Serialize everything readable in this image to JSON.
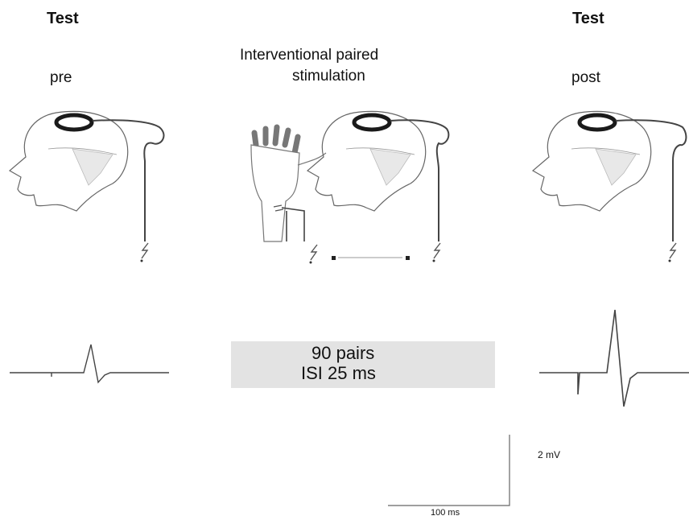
{
  "labels": {
    "test_left": "Test",
    "pre": "pre",
    "title_line1": "Interventional paired",
    "title_line2": "stimulation",
    "test_right": "Test",
    "post": "post"
  },
  "protocol": {
    "line1": "90 pairs",
    "line2": "ISI 25 ms"
  },
  "scale_bar": {
    "amplitude": "2 mV",
    "time": "100 ms"
  },
  "colors": {
    "line": "#555555",
    "coil": "#1a1a1a",
    "box": "#e3e3e3"
  }
}
